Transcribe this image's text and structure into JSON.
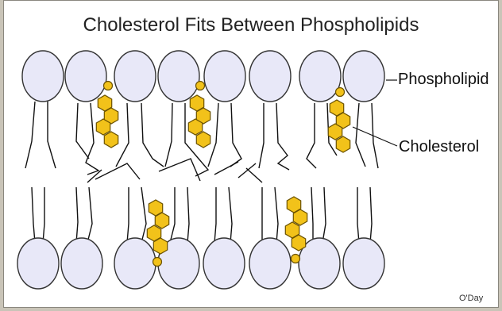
{
  "title": "Cholesterol Fits Between Phospholipids",
  "labels": {
    "phospholipid": "Phospholipid",
    "cholesterol": "Cholesterol"
  },
  "credit": "O'Day",
  "colors": {
    "head_fill": "#e8e8f8",
    "head_stroke": "#333333",
    "cholesterol_fill": "#f2c21a",
    "cholesterol_stroke": "#6b5200"
  }
}
